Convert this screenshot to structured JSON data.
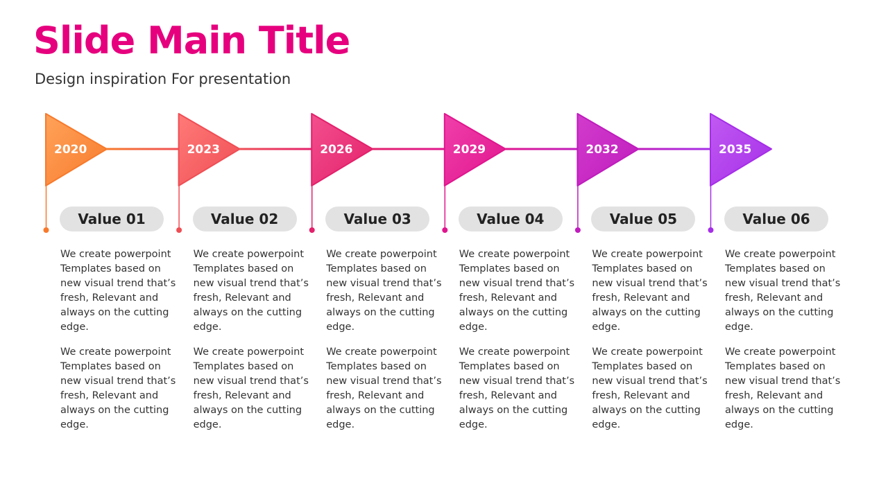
{
  "slide": {
    "title": "Slide Main Title",
    "subtitle": "Design inspiration For presentation"
  },
  "colors": {
    "title": "#e6007e",
    "pill_background": "#e2e2e2"
  },
  "milestones": [
    {
      "year": "2020",
      "value_label": "Value 01",
      "paragraphs": [
        "We create powerpoint Templates based on new visual trend that’s fresh, Relevant and always on the cutting edge.",
        "We create powerpoint Templates based on new visual trend that’s fresh, Relevant and always on the cutting edge."
      ],
      "color_light": "#ffa35a",
      "color_dark": "#f77a2c"
    },
    {
      "year": "2023",
      "value_label": "Value 02",
      "paragraphs": [
        "We create powerpoint Templates based on new visual trend that’s fresh, Relevant and always on the cutting edge.",
        "We create powerpoint Templates based on new visual trend that’s fresh, Relevant and always on the cutting edge."
      ],
      "color_light": "#ff7a78",
      "color_dark": "#ef4e55"
    },
    {
      "year": "2026",
      "value_label": "Value 03",
      "paragraphs": [
        "We create powerpoint Templates based on new visual trend that’s fresh, Relevant and always on the cutting edge.",
        "We create powerpoint Templates based on new visual trend that’s fresh, Relevant and always on the cutting edge."
      ],
      "color_light": "#f3508e",
      "color_dark": "#e3206b"
    },
    {
      "year": "2029",
      "value_label": "Value 04",
      "paragraphs": [
        "We create powerpoint Templates based on new visual trend that’s fresh, Relevant and always on the cutting edge.",
        "We create powerpoint Templates based on new visual trend that’s fresh, Relevant and always on the cutting edge."
      ],
      "color_light": "#f040aa",
      "color_dark": "#e0158e"
    },
    {
      "year": "2032",
      "value_label": "Value 05",
      "paragraphs": [
        "We create powerpoint Templates based on new visual trend that’s fresh, Relevant and always on the cutting edge.",
        "We create powerpoint Templates based on new visual trend that’s fresh, Relevant and always on the cutting edge."
      ],
      "color_light": "#d23ccc",
      "color_dark": "#bf1cbd"
    },
    {
      "year": "2035",
      "value_label": "Value 06",
      "paragraphs": [
        "We create powerpoint Templates based on new visual trend that’s fresh, Relevant and always on the cutting edge.",
        "We create powerpoint Templates based on new visual trend that’s fresh, Relevant and always on the cutting edge."
      ],
      "color_light": "#c15af2",
      "color_dark": "#a52ee8"
    }
  ]
}
